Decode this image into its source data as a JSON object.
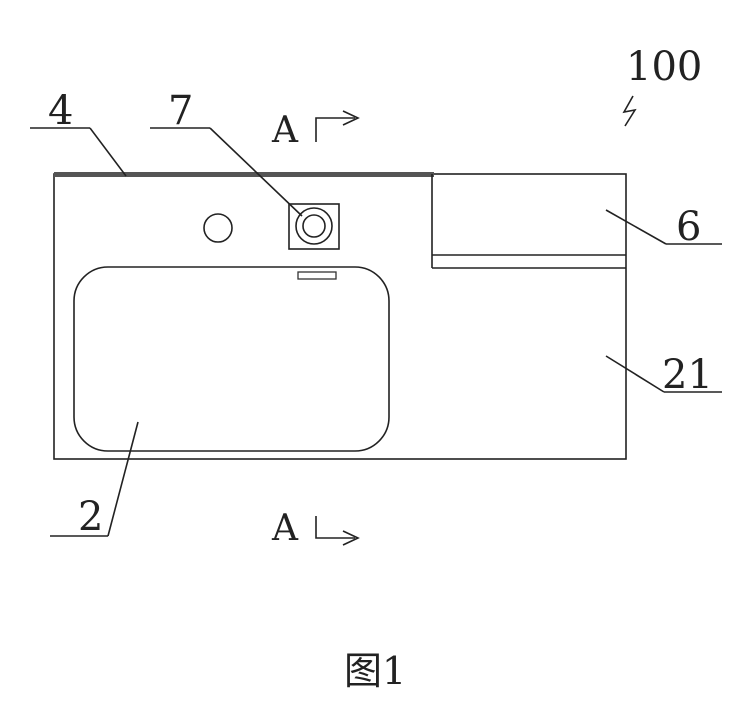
{
  "figure": {
    "caption": "图1",
    "assembly_ref": "100",
    "section_marker": "A",
    "labels": {
      "countertop_edge": "4",
      "faucet": "7",
      "drawer": "6",
      "counter_body": "21",
      "basin": "2"
    }
  },
  "colors": {
    "line": "#222222",
    "countertop_strip": "#555555",
    "background": "#ffffff"
  }
}
